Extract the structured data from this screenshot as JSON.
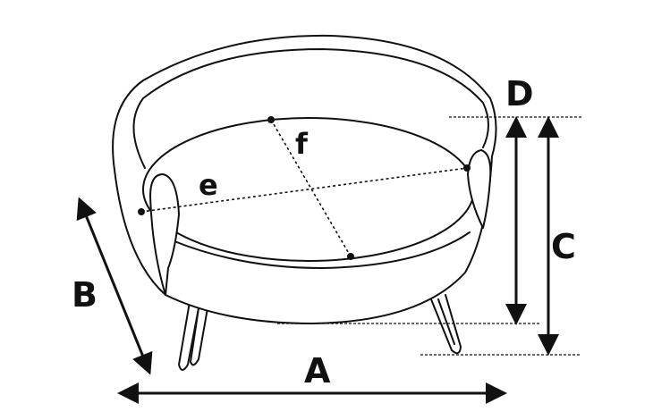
{
  "diagram": {
    "labels": {
      "A": "A",
      "B": "B",
      "C": "C",
      "D": "D",
      "e": "e",
      "f": "f"
    }
  }
}
